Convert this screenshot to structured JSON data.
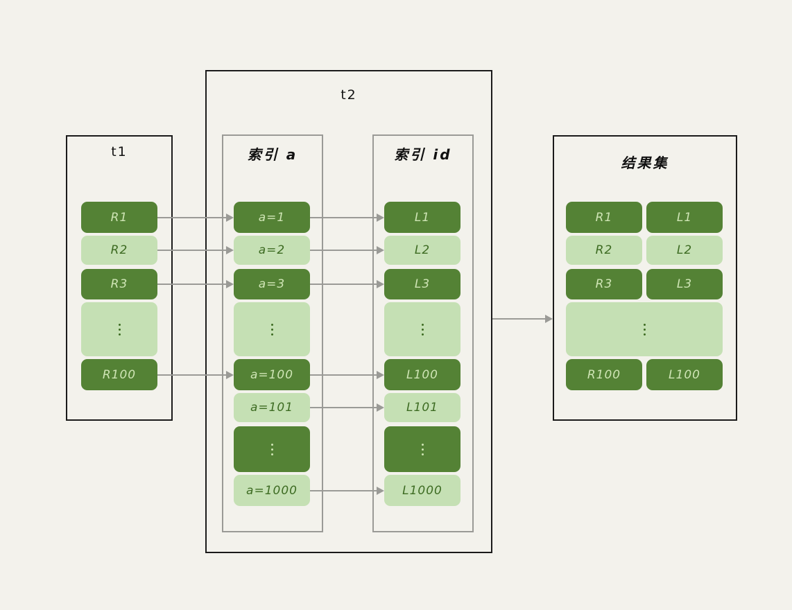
{
  "diagram": {
    "background_color": "#f3f2ec",
    "accent_dark": "#548235",
    "accent_light": "#c5e0b4",
    "border_color": "#1a1a1a",
    "subpanel_border_color": "#9a9a96",
    "connector_color": "#9a9a96"
  },
  "panels": {
    "t1": {
      "title": "t1"
    },
    "t2": {
      "title": "t2"
    },
    "index_a": {
      "title": "索引 a"
    },
    "index_id": {
      "title": "索引 id"
    },
    "result_set": {
      "title": "结果集"
    }
  },
  "columns": {
    "t1_rows": [
      {
        "label": "R1",
        "shade": "dark",
        "ellipsis": false
      },
      {
        "label": "R2",
        "shade": "light",
        "ellipsis": false
      },
      {
        "label": "R3",
        "shade": "dark",
        "ellipsis": false
      },
      {
        "label": "",
        "shade": "light",
        "ellipsis": true
      },
      {
        "label": "R100",
        "shade": "dark",
        "ellipsis": false
      }
    ],
    "index_a_rows": [
      {
        "label": "a=1",
        "shade": "dark",
        "ellipsis": false
      },
      {
        "label": "a=2",
        "shade": "light",
        "ellipsis": false
      },
      {
        "label": "a=3",
        "shade": "dark",
        "ellipsis": false
      },
      {
        "label": "",
        "shade": "light",
        "ellipsis": true
      },
      {
        "label": "a=100",
        "shade": "dark",
        "ellipsis": false
      },
      {
        "label": "a=101",
        "shade": "light",
        "ellipsis": false
      },
      {
        "label": "",
        "shade": "dark",
        "ellipsis": true
      },
      {
        "label": "a=1000",
        "shade": "light",
        "ellipsis": false
      }
    ],
    "index_id_rows": [
      {
        "label": "L1",
        "shade": "dark",
        "ellipsis": false
      },
      {
        "label": "L2",
        "shade": "light",
        "ellipsis": false
      },
      {
        "label": "L3",
        "shade": "dark",
        "ellipsis": false
      },
      {
        "label": "",
        "shade": "light",
        "ellipsis": true
      },
      {
        "label": "L100",
        "shade": "dark",
        "ellipsis": false
      },
      {
        "label": "L101",
        "shade": "light",
        "ellipsis": false
      },
      {
        "label": "",
        "shade": "dark",
        "ellipsis": true
      },
      {
        "label": "L1000",
        "shade": "light",
        "ellipsis": false
      }
    ],
    "result_rows": [
      {
        "left": "R1",
        "right": "L1",
        "shade": "dark",
        "ellipsis": false
      },
      {
        "left": "R2",
        "right": "L2",
        "shade": "light",
        "ellipsis": false
      },
      {
        "left": "R3",
        "right": "L3",
        "shade": "dark",
        "ellipsis": false
      },
      {
        "left": "",
        "right": "",
        "shade": "light",
        "ellipsis": true
      },
      {
        "left": "R100",
        "right": "L100",
        "shade": "dark",
        "ellipsis": false
      }
    ]
  }
}
